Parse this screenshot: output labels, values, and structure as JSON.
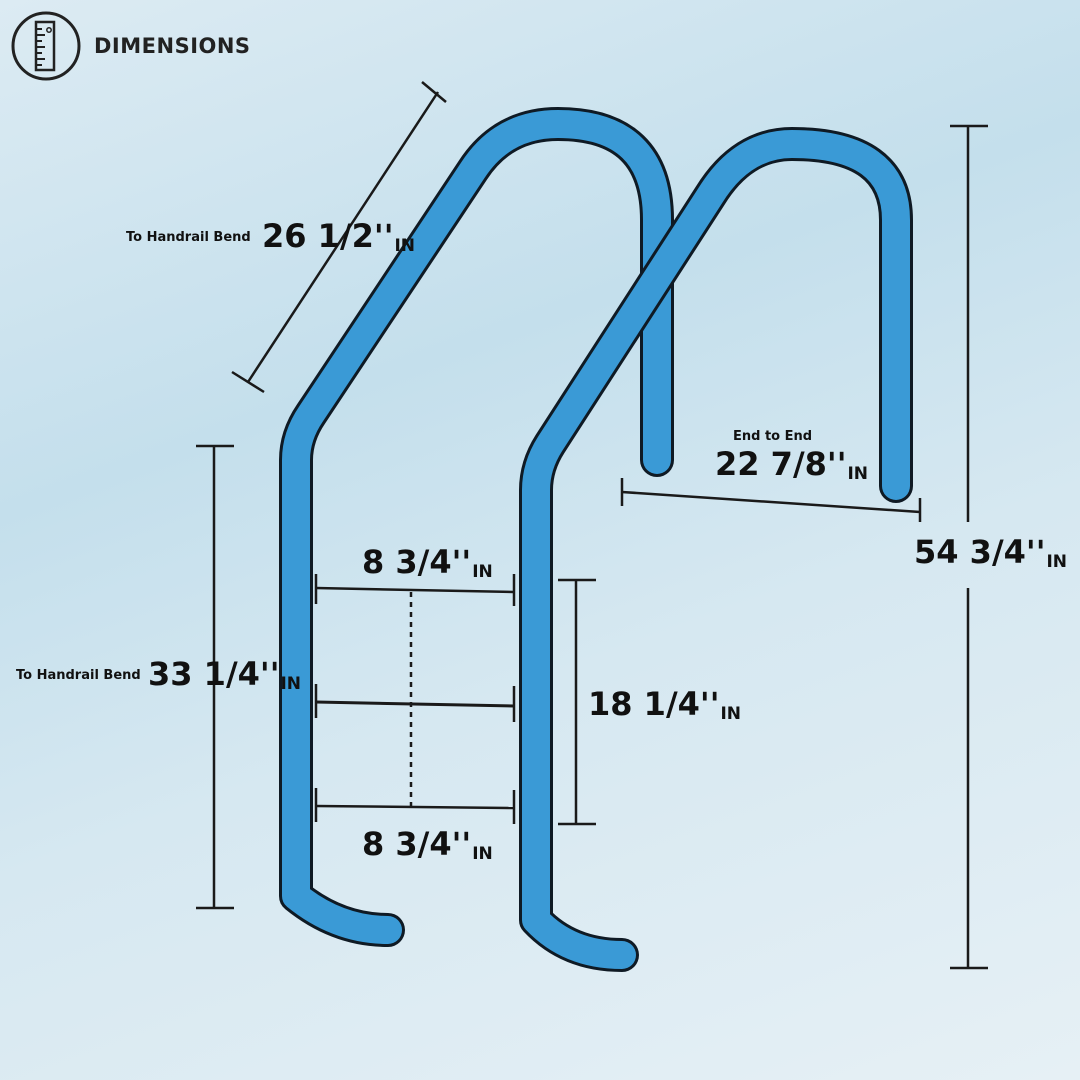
{
  "header": {
    "title": "DIMENSIONS",
    "icon": "ruler-icon"
  },
  "colors": {
    "rail": "#3a9ad6",
    "outline": "#0f1a24",
    "line": "#1a1a1a"
  },
  "dimensions": {
    "handrail_top": {
      "caption": "To Handrail Bend",
      "value": "26 1/2''",
      "unit": "IN"
    },
    "handrail_side": {
      "caption": "To Handrail Bend",
      "value": "33 1/4''",
      "unit": "IN"
    },
    "end_to_end": {
      "caption": "End to End",
      "value": "22 7/8''",
      "unit": "IN"
    },
    "total_height": {
      "value": "54 3/4''",
      "unit": "IN"
    },
    "step_width_top": {
      "value": "8 3/4''",
      "unit": "IN"
    },
    "step_width_bottom": {
      "value": "8 3/4''",
      "unit": "IN"
    },
    "step_span": {
      "value": "18 1/4''",
      "unit": "IN"
    }
  }
}
